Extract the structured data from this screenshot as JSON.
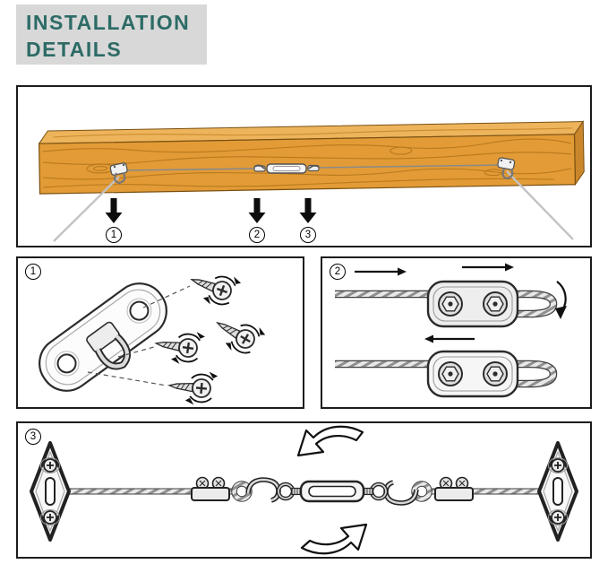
{
  "header": {
    "title_line1": "INSTALLATION",
    "title_line2": "DETAILS",
    "title_color": "#2d6b66",
    "title_bg": "#d8d8d8"
  },
  "overview": {
    "markers": [
      {
        "label": "1"
      },
      {
        "label": "2"
      },
      {
        "label": "3"
      }
    ]
  },
  "panels": [
    {
      "label": "1"
    },
    {
      "label": "2"
    },
    {
      "label": "3"
    }
  ],
  "colors": {
    "panel_border": "#1c1c1c",
    "wood": "#e29b36",
    "wood_top": "#edb45c",
    "wood_grain": "#b5761c",
    "outline": "#2b2b2b",
    "rope_light": "#e8e8e8",
    "rope_dark": "#909090",
    "suspension_rope": "#c3c3c3"
  }
}
